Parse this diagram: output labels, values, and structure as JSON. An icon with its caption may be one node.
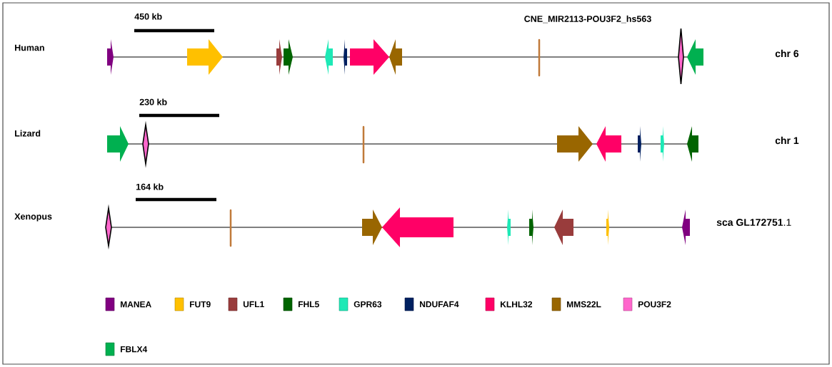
{
  "diagram": {
    "labels": [
      "450 kb",
      "CNE_MIR2113-POU3F2_hs563",
      "Human",
      "chr 6",
      "230 kb",
      "Lizard",
      "chr 1",
      "164 kb",
      "Xenopus",
      "**sca GL172751**.1"
    ],
    "legend": [
      {
        "text": "MANEA",
        "color": "#800080"
      },
      {
        "text": "FUT9",
        "color": "#ffc000"
      },
      {
        "text": "UFL1",
        "color": "#993c3c"
      },
      {
        "text": "FHL5",
        "color": "#006400"
      },
      {
        "text": "GPR63",
        "color": "#1de9b6"
      },
      {
        "text": "NDUFAF4",
        "color": "#002060"
      },
      {
        "text": "KLHL32",
        "color": "#ff0066"
      },
      {
        "text": "MMS22L",
        "color": "#996600"
      },
      {
        "text": "POU3F2",
        "color": "#ff66cc"
      },
      {
        "text": "FBLX4",
        "color": "#00b050"
      }
    ]
  }
}
